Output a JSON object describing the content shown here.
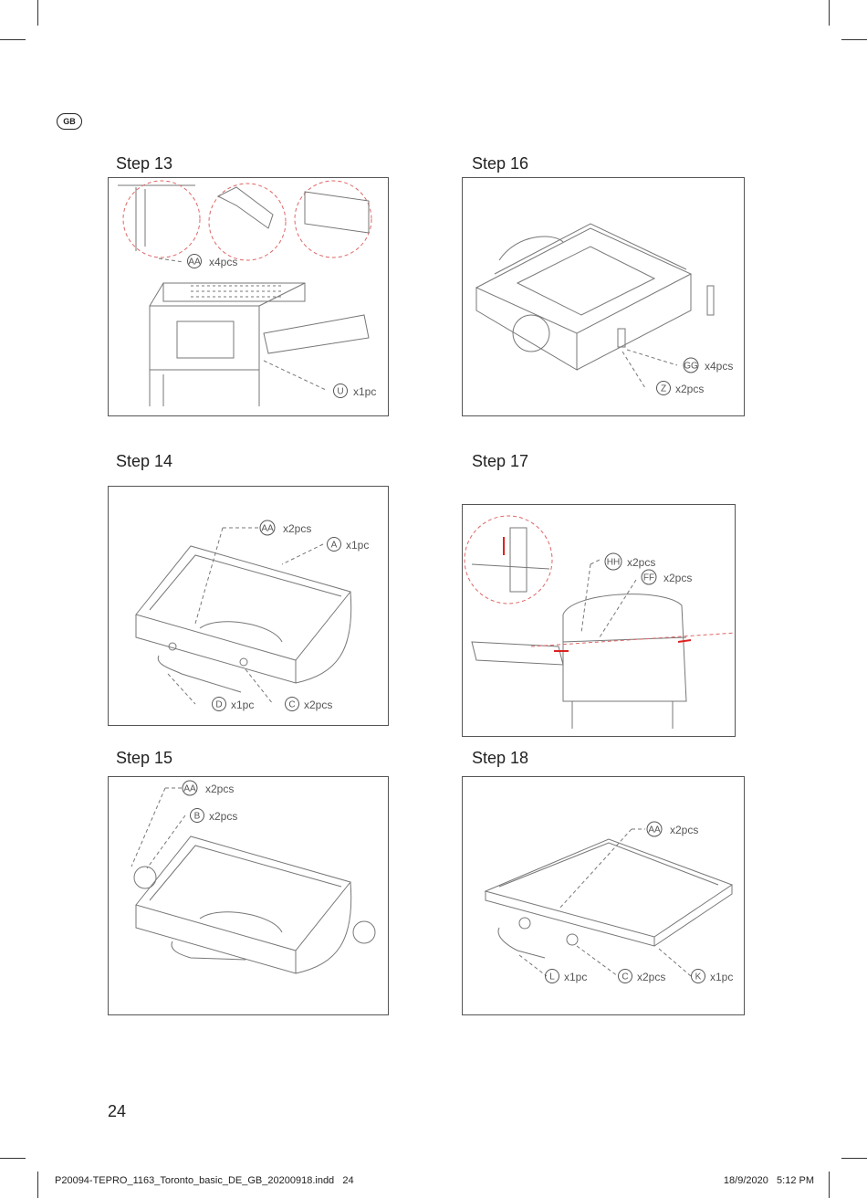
{
  "language_badge": "GB",
  "steps": [
    {
      "title": "Step 13",
      "callouts": [
        {
          "code": "AA",
          "qty": "x4pcs"
        },
        {
          "code": "U",
          "qty": "x1pc"
        }
      ]
    },
    {
      "title": "Step 14",
      "callouts": [
        {
          "code": "AA",
          "qty": "x2pcs"
        },
        {
          "code": "A",
          "qty": "x1pc"
        },
        {
          "code": "D",
          "qty": "x1pc"
        },
        {
          "code": "C",
          "qty": "x2pcs"
        }
      ]
    },
    {
      "title": "Step 15",
      "callouts": [
        {
          "code": "AA",
          "qty": "x2pcs"
        },
        {
          "code": "B",
          "qty": "x2pcs"
        }
      ]
    },
    {
      "title": "Step 16",
      "callouts": [
        {
          "code": "GG",
          "qty": "x4pcs"
        },
        {
          "code": "Z",
          "qty": "x2pcs"
        }
      ]
    },
    {
      "title": "Step 17",
      "callouts": [
        {
          "code": "HH",
          "qty": "x2pcs"
        },
        {
          "code": "FF",
          "qty": "x2pcs"
        }
      ]
    },
    {
      "title": "Step 18",
      "callouts": [
        {
          "code": "AA",
          "qty": "x2pcs"
        },
        {
          "code": "L",
          "qty": "x1pc"
        },
        {
          "code": "C",
          "qty": "x2pcs"
        },
        {
          "code": "K",
          "qty": "x1pc"
        }
      ]
    }
  ],
  "page_number": "24",
  "footer": {
    "file": "P20094-TEPRO_1163_Toronto_basic_DE_GB_20200918.indd   24",
    "timestamp": "18/9/2020   5:12 PM"
  }
}
